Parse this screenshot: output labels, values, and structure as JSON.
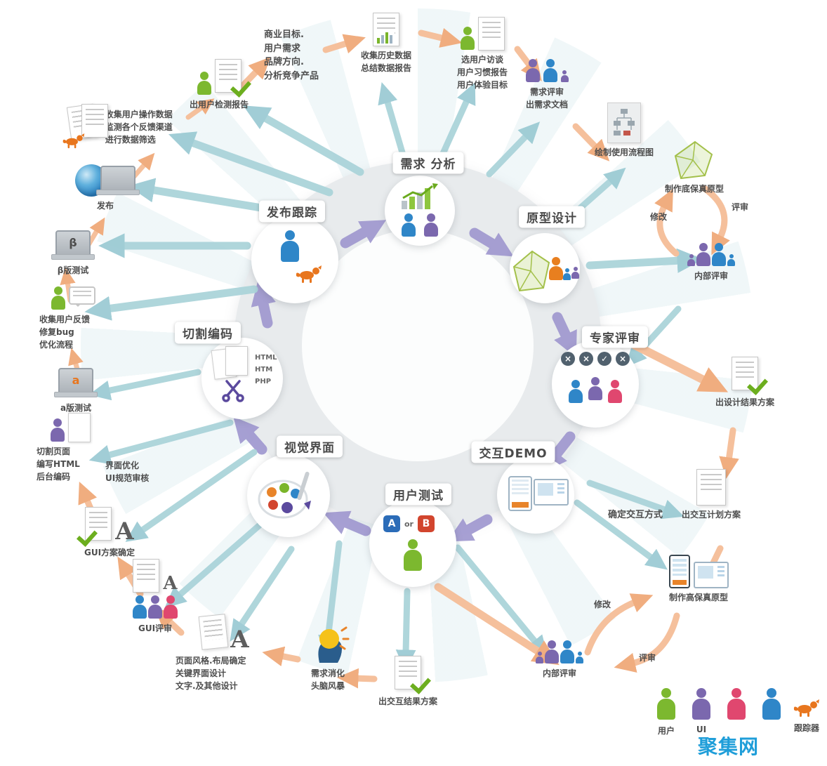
{
  "stages": {
    "requirements": "需求 分析",
    "prototype": "原型设计",
    "expert_review": "专家评审",
    "demo": "交互DEMO",
    "user_test": "用户测试",
    "visual": "视觉界面",
    "coding": "切割编码",
    "release": "发布跟踪",
    "coding_files": "HTML\nHTM\nPHP",
    "ab_a": "A",
    "ab_or": "or",
    "ab_b": "B",
    "expert_marks": [
      "×",
      "×",
      "✓",
      "×"
    ]
  },
  "satellites": {
    "biz_goals": "商业目标.\n用户需求\n品牌方向.\n分析竞争产品",
    "history_data": "收集历史数据\n总结数据报告",
    "interviews": "选用户访谈\n用户习惯报告\n用户体验目标",
    "req_review": "需求评审\n出需求文档",
    "flowchart": "绘制使用流程图",
    "low_fi": "制作底保真原型",
    "internal_review_right": "内部评审",
    "design_result": "出设计结果方案",
    "interaction_plan": "出交互计划方案",
    "hi_fi": "制作高保真原型",
    "internal_review_bottom": "内部评审",
    "interaction_result": "出交互结果方案",
    "brainstorm": "需求消化\n头脑风暴",
    "page_style": "页面风格.布局确定\n关键界面设计\n文字.及其他设计",
    "gui_review": "GUI评审",
    "gui_confirm": "GUI方案确定",
    "cut_page": "切割页面\n编写HTML\n后台编码",
    "ui_optimize": "界面优化\nUI规范审核",
    "alpha_test": "a版测试",
    "feedback": "收集用户反馈\n修复bug\n优化流程",
    "beta_test": "β版测试",
    "release_out": "发布",
    "collect_ops": "收集用户操作数据\n监测各个反馈渠道\n进行数据筛选",
    "user_report": "出用户检测报告"
  },
  "annotations": {
    "review_top": "评审",
    "modify_top": "修改",
    "review_bottom": "评审",
    "modify_bottom": "修改",
    "interaction_mode": "确定交互方式"
  },
  "letters": {
    "big_a": "A",
    "alpha": "a",
    "beta": "β"
  },
  "legend": {
    "user": "用户",
    "ui": "UI",
    "tracker": "跟踪器"
  },
  "watermark": "聚集网",
  "colors": {
    "teal_arrow": "#abd4da",
    "purple_arrow": "#9e96cf",
    "orange_arrow": "#f5c09c",
    "green_person": "#7cb82f",
    "purple_person": "#7b68ae",
    "blue_person": "#2f86c8",
    "pink_person": "#e0476f",
    "orange_accent": "#e8761e"
  }
}
